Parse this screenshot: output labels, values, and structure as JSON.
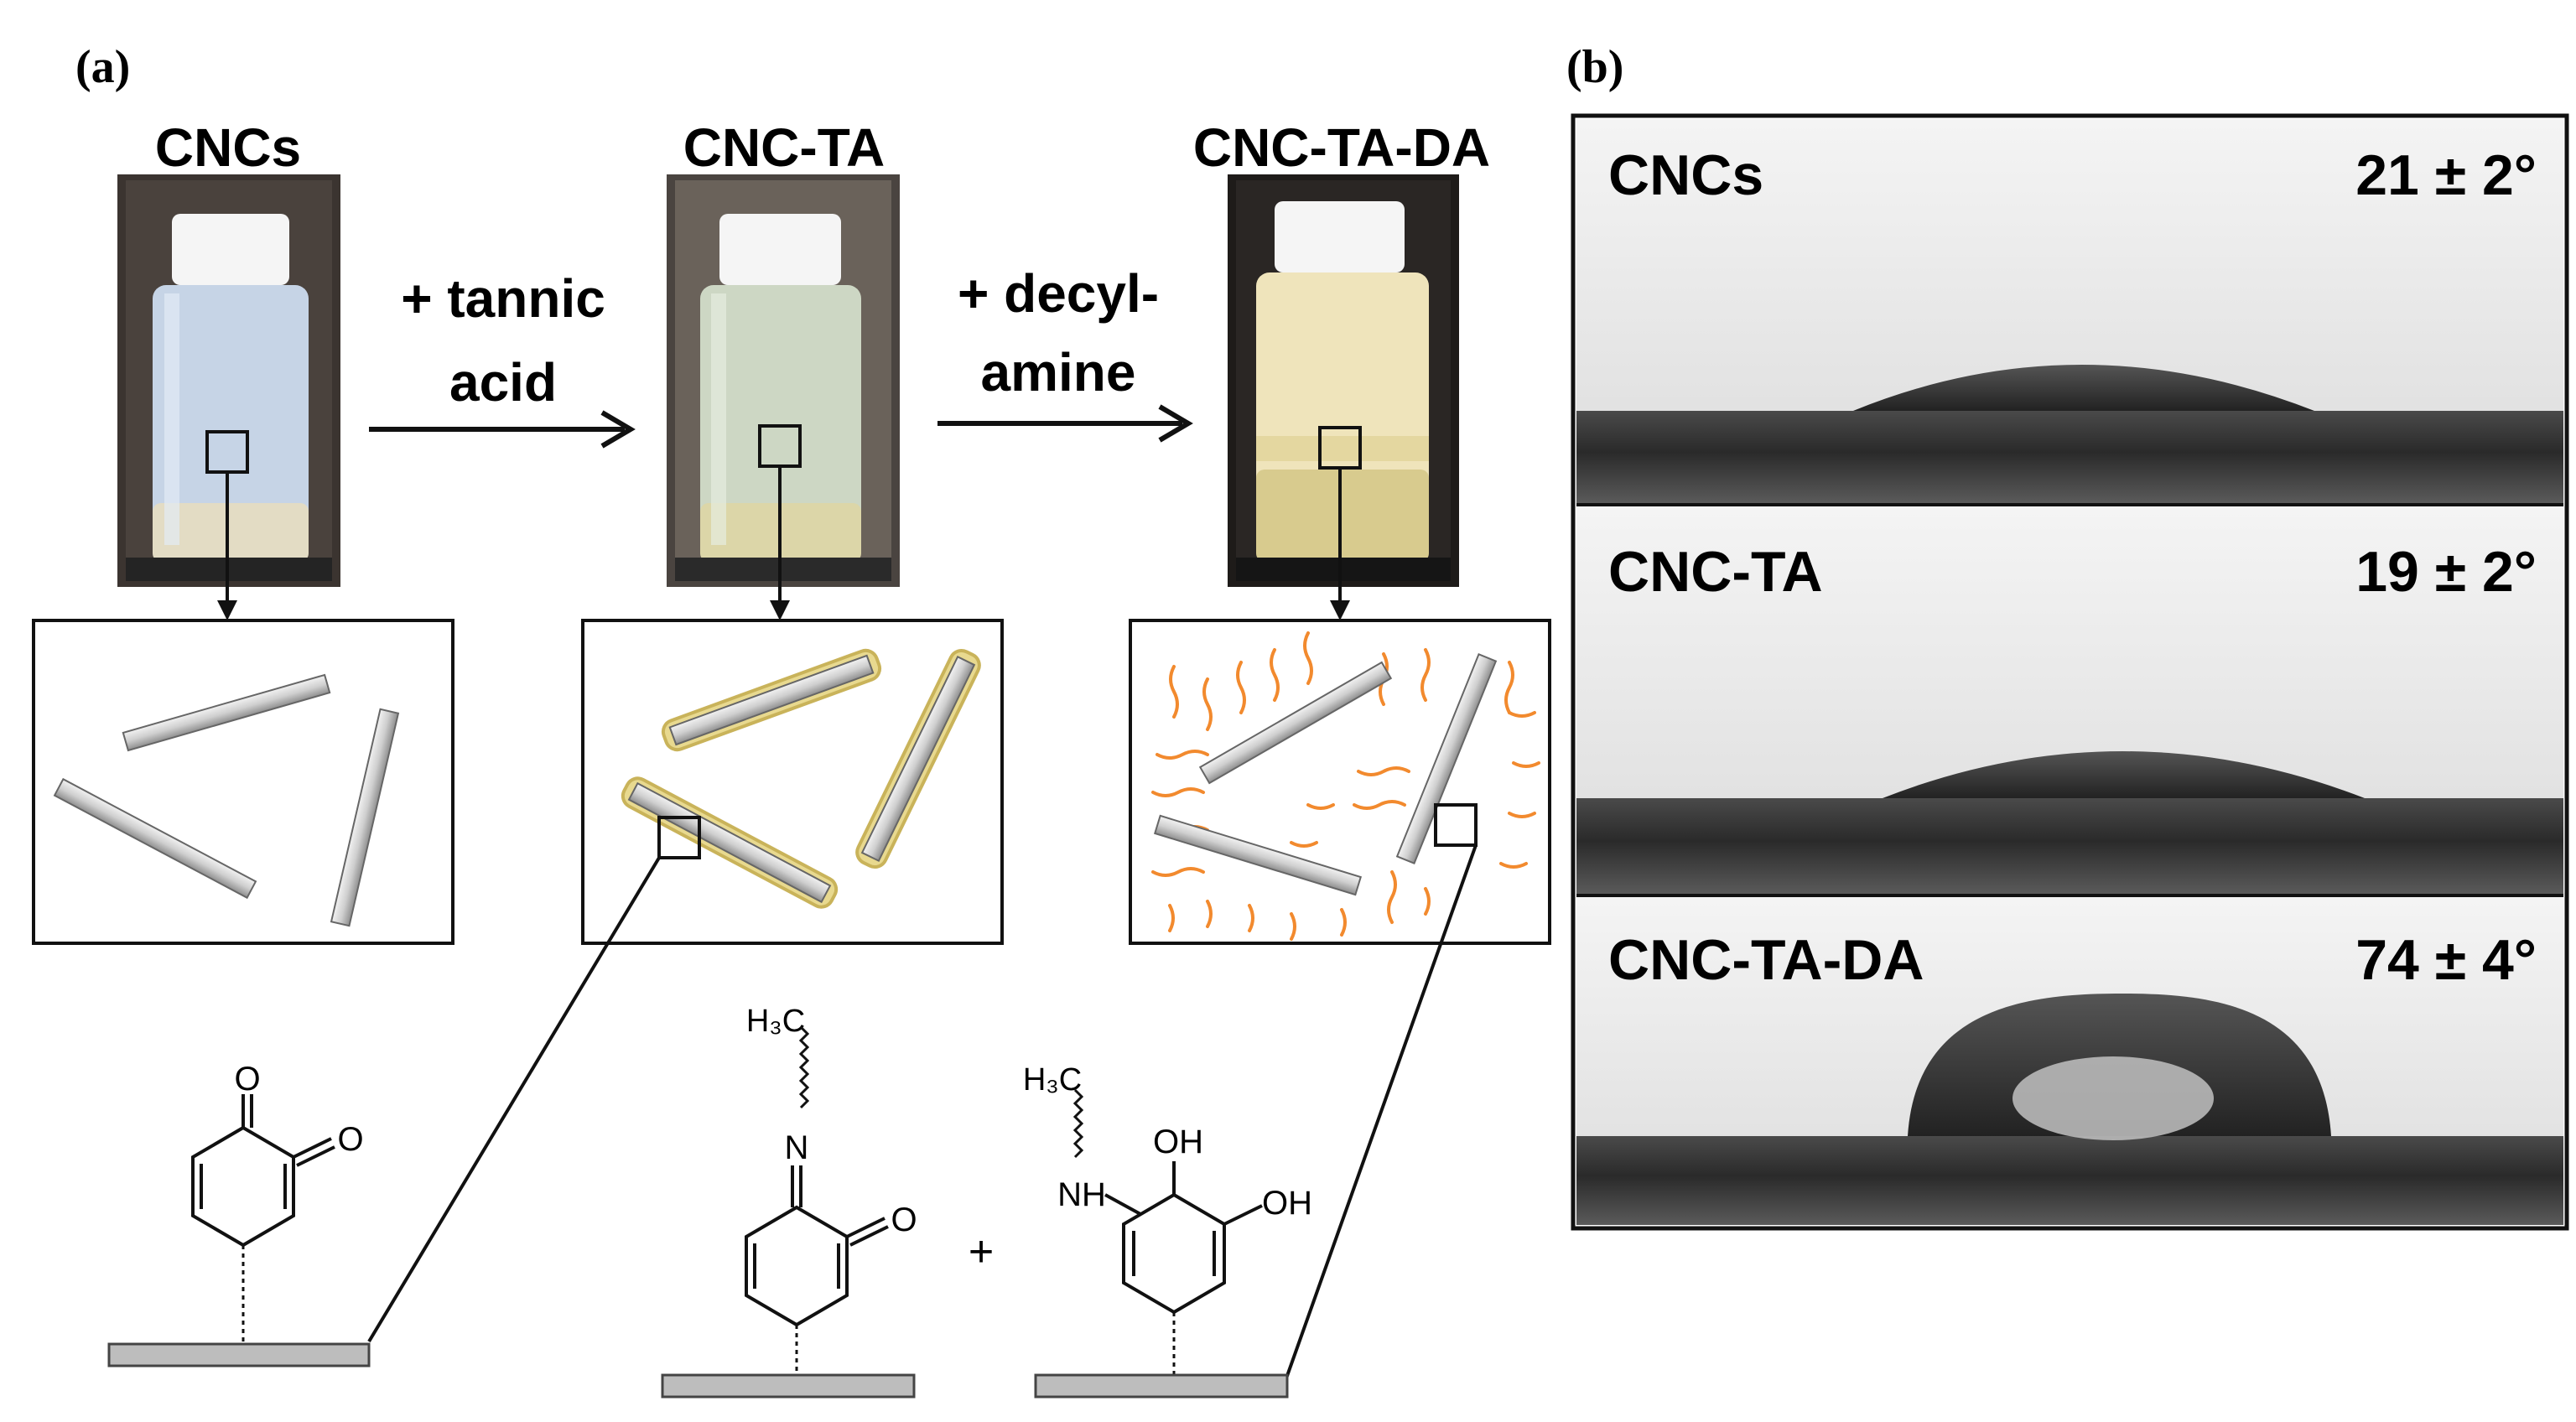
{
  "panel_a": {
    "label": "(a)",
    "samples": [
      {
        "label": "CNCs"
      },
      {
        "label": "CNC-TA"
      },
      {
        "label": "CNC-TA-DA"
      }
    ],
    "steps": [
      {
        "line1": "+ tannic",
        "line2": "acid"
      },
      {
        "line1": "+ decyl-",
        "line2": "amine"
      }
    ],
    "chem": {
      "methyl": "H₃C",
      "n": "N",
      "o": "O",
      "nh": "NH",
      "oh": "OH",
      "plus": "+"
    }
  },
  "panel_b": {
    "label": "(b)",
    "rows": [
      {
        "sample": "CNCs",
        "angle": "21 ± 2°"
      },
      {
        "sample": "CNC-TA",
        "angle": "19 ± 2°"
      },
      {
        "sample": "CNC-TA-DA",
        "angle": "74 ± 4°"
      }
    ]
  },
  "colors": {
    "vial_cnc": "#c6d4e6",
    "vial_ta": "#cdd7c4",
    "vial_da": "#efe4bb",
    "coating_ta": "#c9b35a",
    "chains_da": "#f28a2e"
  }
}
